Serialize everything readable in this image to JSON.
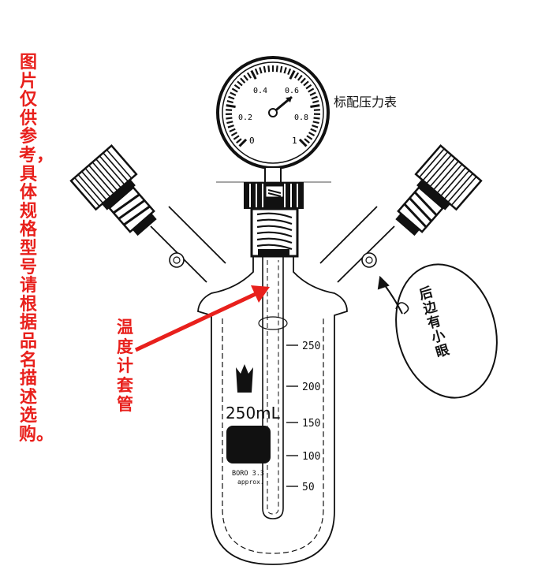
{
  "left_note": "图片仅供参考，具体规格型号请根据品名描述选购。",
  "gauge_label": "标配压力表",
  "gauge_ticks": [
    "0",
    "0.2",
    "0.4",
    "0.6",
    "0.8",
    "1"
  ],
  "thermo_label": "温度计套管",
  "side_note": "后边有小眼",
  "capacity_label": "250mL",
  "scale_marks": [
    "250",
    "200",
    "150",
    "100",
    "50"
  ],
  "glass_text_1": "BORO 3.3",
  "glass_text_2": "approx.",
  "colors": {
    "red": "#e8201c",
    "line": "#111111"
  }
}
